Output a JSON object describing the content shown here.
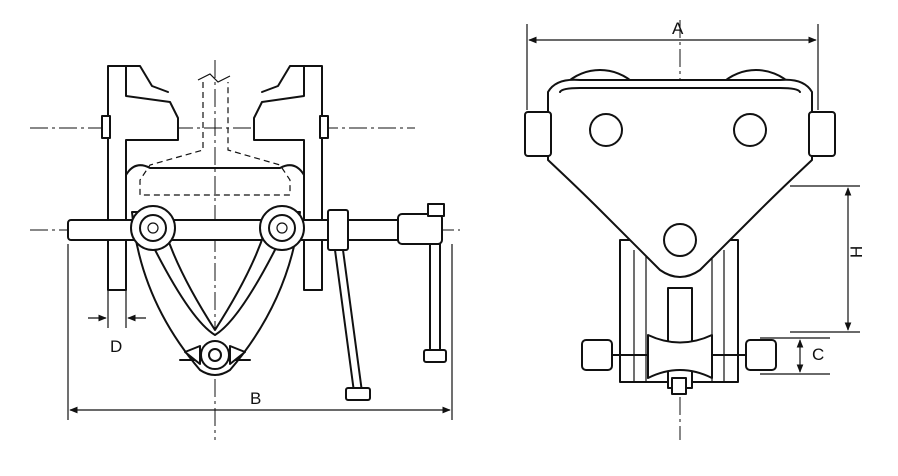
{
  "dimension_labels": {
    "A": "A",
    "B": "B",
    "C": "C",
    "D": "D",
    "H": "H"
  }
}
